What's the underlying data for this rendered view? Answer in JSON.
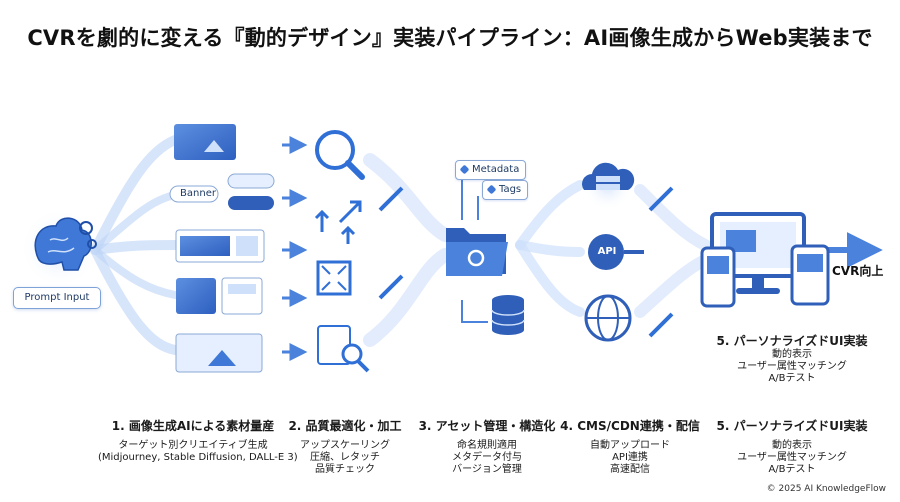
{
  "title": "CVRを劇的に変える『動的デザイン』実装パイプライン：AI画像生成からWeb実装まで",
  "input_label": "Prompt Input",
  "ui_labels": {
    "banner": "Banner",
    "metadata": "Metadata",
    "tags": "Tags",
    "api": "API",
    "cvr_up": "CVR向上"
  },
  "steps": [
    {
      "title": "1. 画像生成AIによる素材量産",
      "lines": [
        "ターゲット別クリエイティブ生成",
        "(Midjourney, Stable Diffusion, DALL-E 3)"
      ]
    },
    {
      "title": "2. 品質最適化・加工",
      "lines": [
        "アップスケーリング",
        "圧縮、レタッチ",
        "品質チェック"
      ]
    },
    {
      "title": "3. アセット管理・構造化",
      "lines": [
        "命名規則適用",
        "メタデータ付与",
        "バージョン管理"
      ]
    },
    {
      "title": "4. CMS/CDN連携・配信",
      "lines": [
        "自動アップロード",
        "API連携",
        "高速配信"
      ]
    },
    {
      "title": "5. パーソナライズドUI実装",
      "lines": [
        "動的表示",
        "ユーザー属性マッチング",
        "A/Bテスト"
      ]
    }
  ],
  "top_step": {
    "title": "5. パーソナライズドUI実装",
    "lines": [
      "動的表示",
      "ユーザー属性マッチング",
      "A/Bテスト"
    ]
  },
  "footer": "© 2025 AI KnowledgeFlow",
  "colors": {
    "accent": "#2f6fd6",
    "light": "#dbe8fb",
    "dark": "#1f3b66"
  }
}
